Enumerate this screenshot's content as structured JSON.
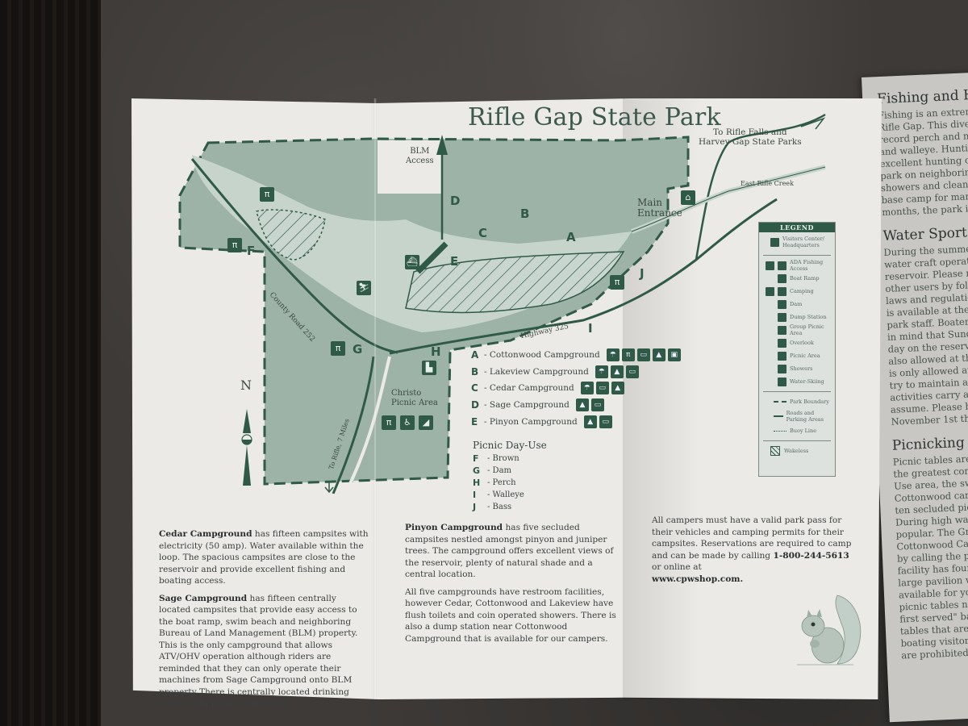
{
  "brochure": {
    "title": "Rifle Gap State Park",
    "colors": {
      "map_fill": "#8fa89c",
      "map_fill_light": "#b5c7bd",
      "accent_green": "#2f5a47",
      "paper": "#eceae7",
      "background_stone": "#3d3a38"
    }
  },
  "map": {
    "labels": {
      "blm_access": "BLM\nAccess",
      "to_rifle_falls": "To Rifle Falls and\nHarvey Gap State Parks",
      "east_rifle_creek": "East Rifle Creek",
      "main_entrance": "Main\nEntrance",
      "county_road": "County Road 252",
      "highway": "Highway 325",
      "christo_picnic": "Christo\nPicnic Area",
      "to_rifle_miles": "To Rifle, 7 Miles",
      "north": "N"
    },
    "area_letters": [
      "A",
      "B",
      "C",
      "D",
      "E",
      "F",
      "G",
      "H",
      "I",
      "J"
    ]
  },
  "campgrounds": [
    {
      "letter": "A",
      "name": "- Cottonwood Campground",
      "icons": [
        "showers",
        "group-picnic",
        "rv-camping",
        "tent-camping",
        "dump-station"
      ]
    },
    {
      "letter": "B",
      "name": "- Lakeview Campground",
      "icons": [
        "showers",
        "tent-camping",
        "rv-camping"
      ]
    },
    {
      "letter": "C",
      "name": "- Cedar Campground",
      "icons": [
        "showers",
        "rv-camping",
        "tent-camping"
      ]
    },
    {
      "letter": "D",
      "name": "- Sage Campground",
      "icons": [
        "tent-camping",
        "rv-camping"
      ]
    },
    {
      "letter": "E",
      "name": "- Pinyon Campground",
      "icons": [
        "tent-camping",
        "rv-camping"
      ]
    }
  ],
  "picnic_day_use": {
    "heading": "Picnic Day-Use",
    "items": [
      {
        "letter": "F",
        "name": "- Brown"
      },
      {
        "letter": "G",
        "name": "- Dam"
      },
      {
        "letter": "H",
        "name": "- Perch"
      },
      {
        "letter": "I",
        "name": "- Walleye"
      },
      {
        "letter": "J",
        "name": "- Bass"
      }
    ]
  },
  "legend": {
    "title": "LEGEND",
    "items": [
      {
        "icon": "visitors-center",
        "label": "Visitors Center/ Headquarters"
      },
      {
        "icon": "ada-fishing",
        "label": "ADA Fishing Access"
      },
      {
        "icon": "boat-ramp",
        "label": "Boat Ramp"
      },
      {
        "icon": "camping",
        "label": "Camping"
      },
      {
        "icon": "dam",
        "label": "Dam"
      },
      {
        "icon": "dump-station",
        "label": "Dump Station"
      },
      {
        "icon": "group-picnic",
        "label": "Group Picnic Area"
      },
      {
        "icon": "overlook",
        "label": "Overlook"
      },
      {
        "icon": "picnic-area",
        "label": "Picnic Area"
      },
      {
        "icon": "showers",
        "label": "Showers"
      },
      {
        "icon": "water-skiing",
        "label": "Water-Skiing"
      }
    ],
    "lines": [
      {
        "icon": "park-boundary",
        "label": "Park Boundary"
      },
      {
        "icon": "roads",
        "label": "Roads and Parking Areas"
      },
      {
        "icon": "buoy-line",
        "label": "Buoy Line"
      }
    ],
    "wakeless": "Wakeless"
  },
  "text": {
    "cedar_bold": "Cedar Campground",
    "cedar_body": " has fifteen campsites with electricity (50 amp). Water available within the loop. The spacious campsites are close to the reservoir and provide excellent fishing and boating access.",
    "sage_bold": "Sage Campground",
    "sage_body": " has fifteen centrally located campsites that provide easy access to the boat ramp, swim beach and neighboring Bureau of Land Management (BLM) property. This is the only campground that allows ATV/OHV operation although riders are reminded that they can only operate their machines from Sage Campground onto BLM property  There is centrally located drinking water within this campground.",
    "pinyon_bold": "Pinyon Campground",
    "pinyon_body": " has five secluded campsites nestled amongst pinyon and juniper trees. The campground offers excellent views of the reservoir, plenty of natural shade and a central location.",
    "all_five": "All five campgrounds have restroom facilities, however Cedar, Cottonwood and Lakeview have flush toilets and coin operated showers. There is also a dump station near Cottonwood Campground that is available for our campers.",
    "passes_body": "All campers must have a valid park pass for their vehicles and camping permits for their campsites. Reservations are required to camp and can be made by calling ",
    "phone": "1-800-244-5613",
    "passes_mid": " or online at",
    "website": "www.cpwshop.com."
  },
  "panel4": {
    "fishing_heading": "Fishing and H",
    "fishing_body": "Fishing is an extreme\nRifle Gap. This diver\nrecord perch and no\nand walleye. Huntin\nexcellent hunting op\npark on neighborin\nshowers and clean f\nbase camp for many\nmonths, the park is",
    "water_heading": "Water Sport",
    "water_body": "During the summe\nwater craft operato\nreservoir. Please re\nother users by follo\nlaws and regulatio\nis available at the b\npark staff. Boaters\nin mind that Sund\nday on the reservo\nalso allowed at the\nis only allowed at\ntry to maintain a\nactivities carry a c\nassume. Please be\nNovember 1st thr",
    "picnic_heading": "Picnicking",
    "picnic_body": "Picnic tables are\nthe greatest conc\nUse area, the swi\nCottonwood car\nten secluded pic\nDuring high wat\npopular. The Gr\nCottonwood Ca\nby calling the pa\nfacility has four\nlarge pavilion w\navailable for yo\npicnic tables ne\nfirst served\" ba\ntables that are\nboating visitor\nare prohibited"
  }
}
